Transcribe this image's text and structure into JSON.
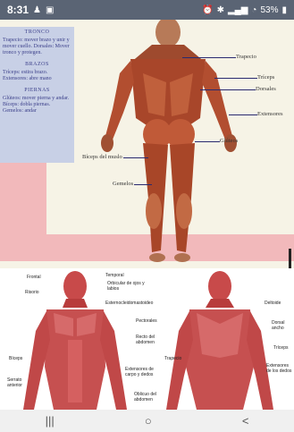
{
  "status_bar": {
    "time": "8:31",
    "icons_left": [
      "person-icon",
      "image-icon"
    ],
    "icons_right": [
      "alarm-icon",
      "bluetooth-icon",
      "signal-icon",
      "wifi-icon",
      "battery-icon"
    ],
    "battery": "53%"
  },
  "image1": {
    "legend": {
      "tronco_title": "TRONCO",
      "tronco_text": "Trapecio: mover brazo y unir y mover cuello. Dorsales: Mover tronco y protegen.",
      "brazos_title": "BRAZOS",
      "brazos_text": "Tríceps: estira brazo. Extensores: abre mano",
      "piernas_title": "PIERNAS",
      "piernas_text": "Glúteos: mover pierna y andar. Bíceps: dobla piernas. Gemelos: andar"
    },
    "labels": {
      "trapecio": "Trapecio",
      "triceps": "Tríceps",
      "dorsales": "Dorsales",
      "extensores": "Extensores",
      "gluteos": "Glúteos",
      "biceps_muslo": "Bíceps del muslo",
      "gemelos": "Gemelos"
    }
  },
  "image2": {
    "labels_front": {
      "frontal": "Frontal",
      "temporal": "Temporal",
      "orbicular": "Orbicular de ojos y labios",
      "risorio": "Risorio",
      "esterno": "Esternocleidomastoideo",
      "pectorales": "Pectorales",
      "recto": "Recto del abdomen",
      "biceps": "Bíceps",
      "serrato": "Serrato anterior",
      "extensores": "Extensores de carpo y dedos",
      "oblicuo": "Oblicuo del abdomen"
    },
    "labels_back": {
      "trapecio": "Trapecio",
      "deltoide": "Deltoide",
      "dorsal": "Dorsal ancho",
      "triceps": "Tríceps",
      "extensores": "Extensores de los dedos"
    }
  },
  "nav": {
    "recents": "|||",
    "home": "○",
    "back": "<"
  }
}
